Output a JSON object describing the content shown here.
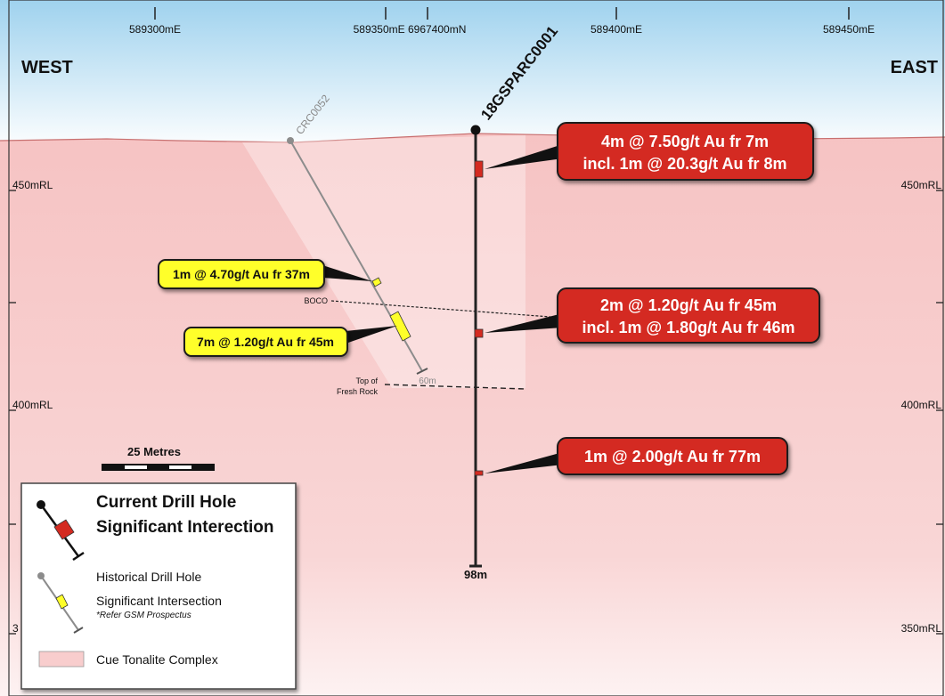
{
  "header": {
    "west": "WEST",
    "east": "EAST"
  },
  "grid": {
    "easting_1": "589300mE",
    "easting_2": "589350mE 6967400mN",
    "easting_3": "589400mE",
    "easting_4": "589450mE",
    "rl_450_left": "450mRL",
    "rl_450_right": "450mRL",
    "rl_400_left": "400mRL",
    "rl_400_right": "400mRL",
    "rl_350_left": "3",
    "rl_350_right": "350mRL"
  },
  "current_hole": {
    "name": "18GSPARC0001",
    "depth": "98m"
  },
  "historical_hole": {
    "name": "CRC0052",
    "depth": "60m"
  },
  "geology": {
    "boco": "BOCO",
    "fresh_rock_line1": "Top of",
    "fresh_rock_line2": "Fresh Rock"
  },
  "intercepts_current": [
    {
      "line1": "4m @ 7.50g/t Au fr 7m",
      "line2": "incl. 1m @ 20.3g/t Au fr 8m"
    },
    {
      "line1": "2m @ 1.20g/t Au fr 45m",
      "line2": "incl. 1m @ 1.80g/t Au fr 46m"
    },
    {
      "line1": "1m @ 2.00g/t Au fr 77m"
    }
  ],
  "intercepts_historical": [
    {
      "text": "1m @ 4.70g/t Au fr 37m"
    },
    {
      "text": "7m @ 1.20g/t Au fr 45m"
    }
  ],
  "scale": {
    "label": "25 Metres"
  },
  "legend": {
    "current_title_1": "Current Drill Hole",
    "current_title_2": "Significant Interection",
    "historical_1": "Historical Drill Hole",
    "historical_2": "Significant Intersection",
    "historical_note": "*Refer GSM Prospectus",
    "tonalite": "Cue Tonalite Complex"
  },
  "colors": {
    "sky_top": "#9fd2ee",
    "ground": "#f8cdcd",
    "callout_red": "#d42a20",
    "callout_yellow": "#ffff2a"
  }
}
